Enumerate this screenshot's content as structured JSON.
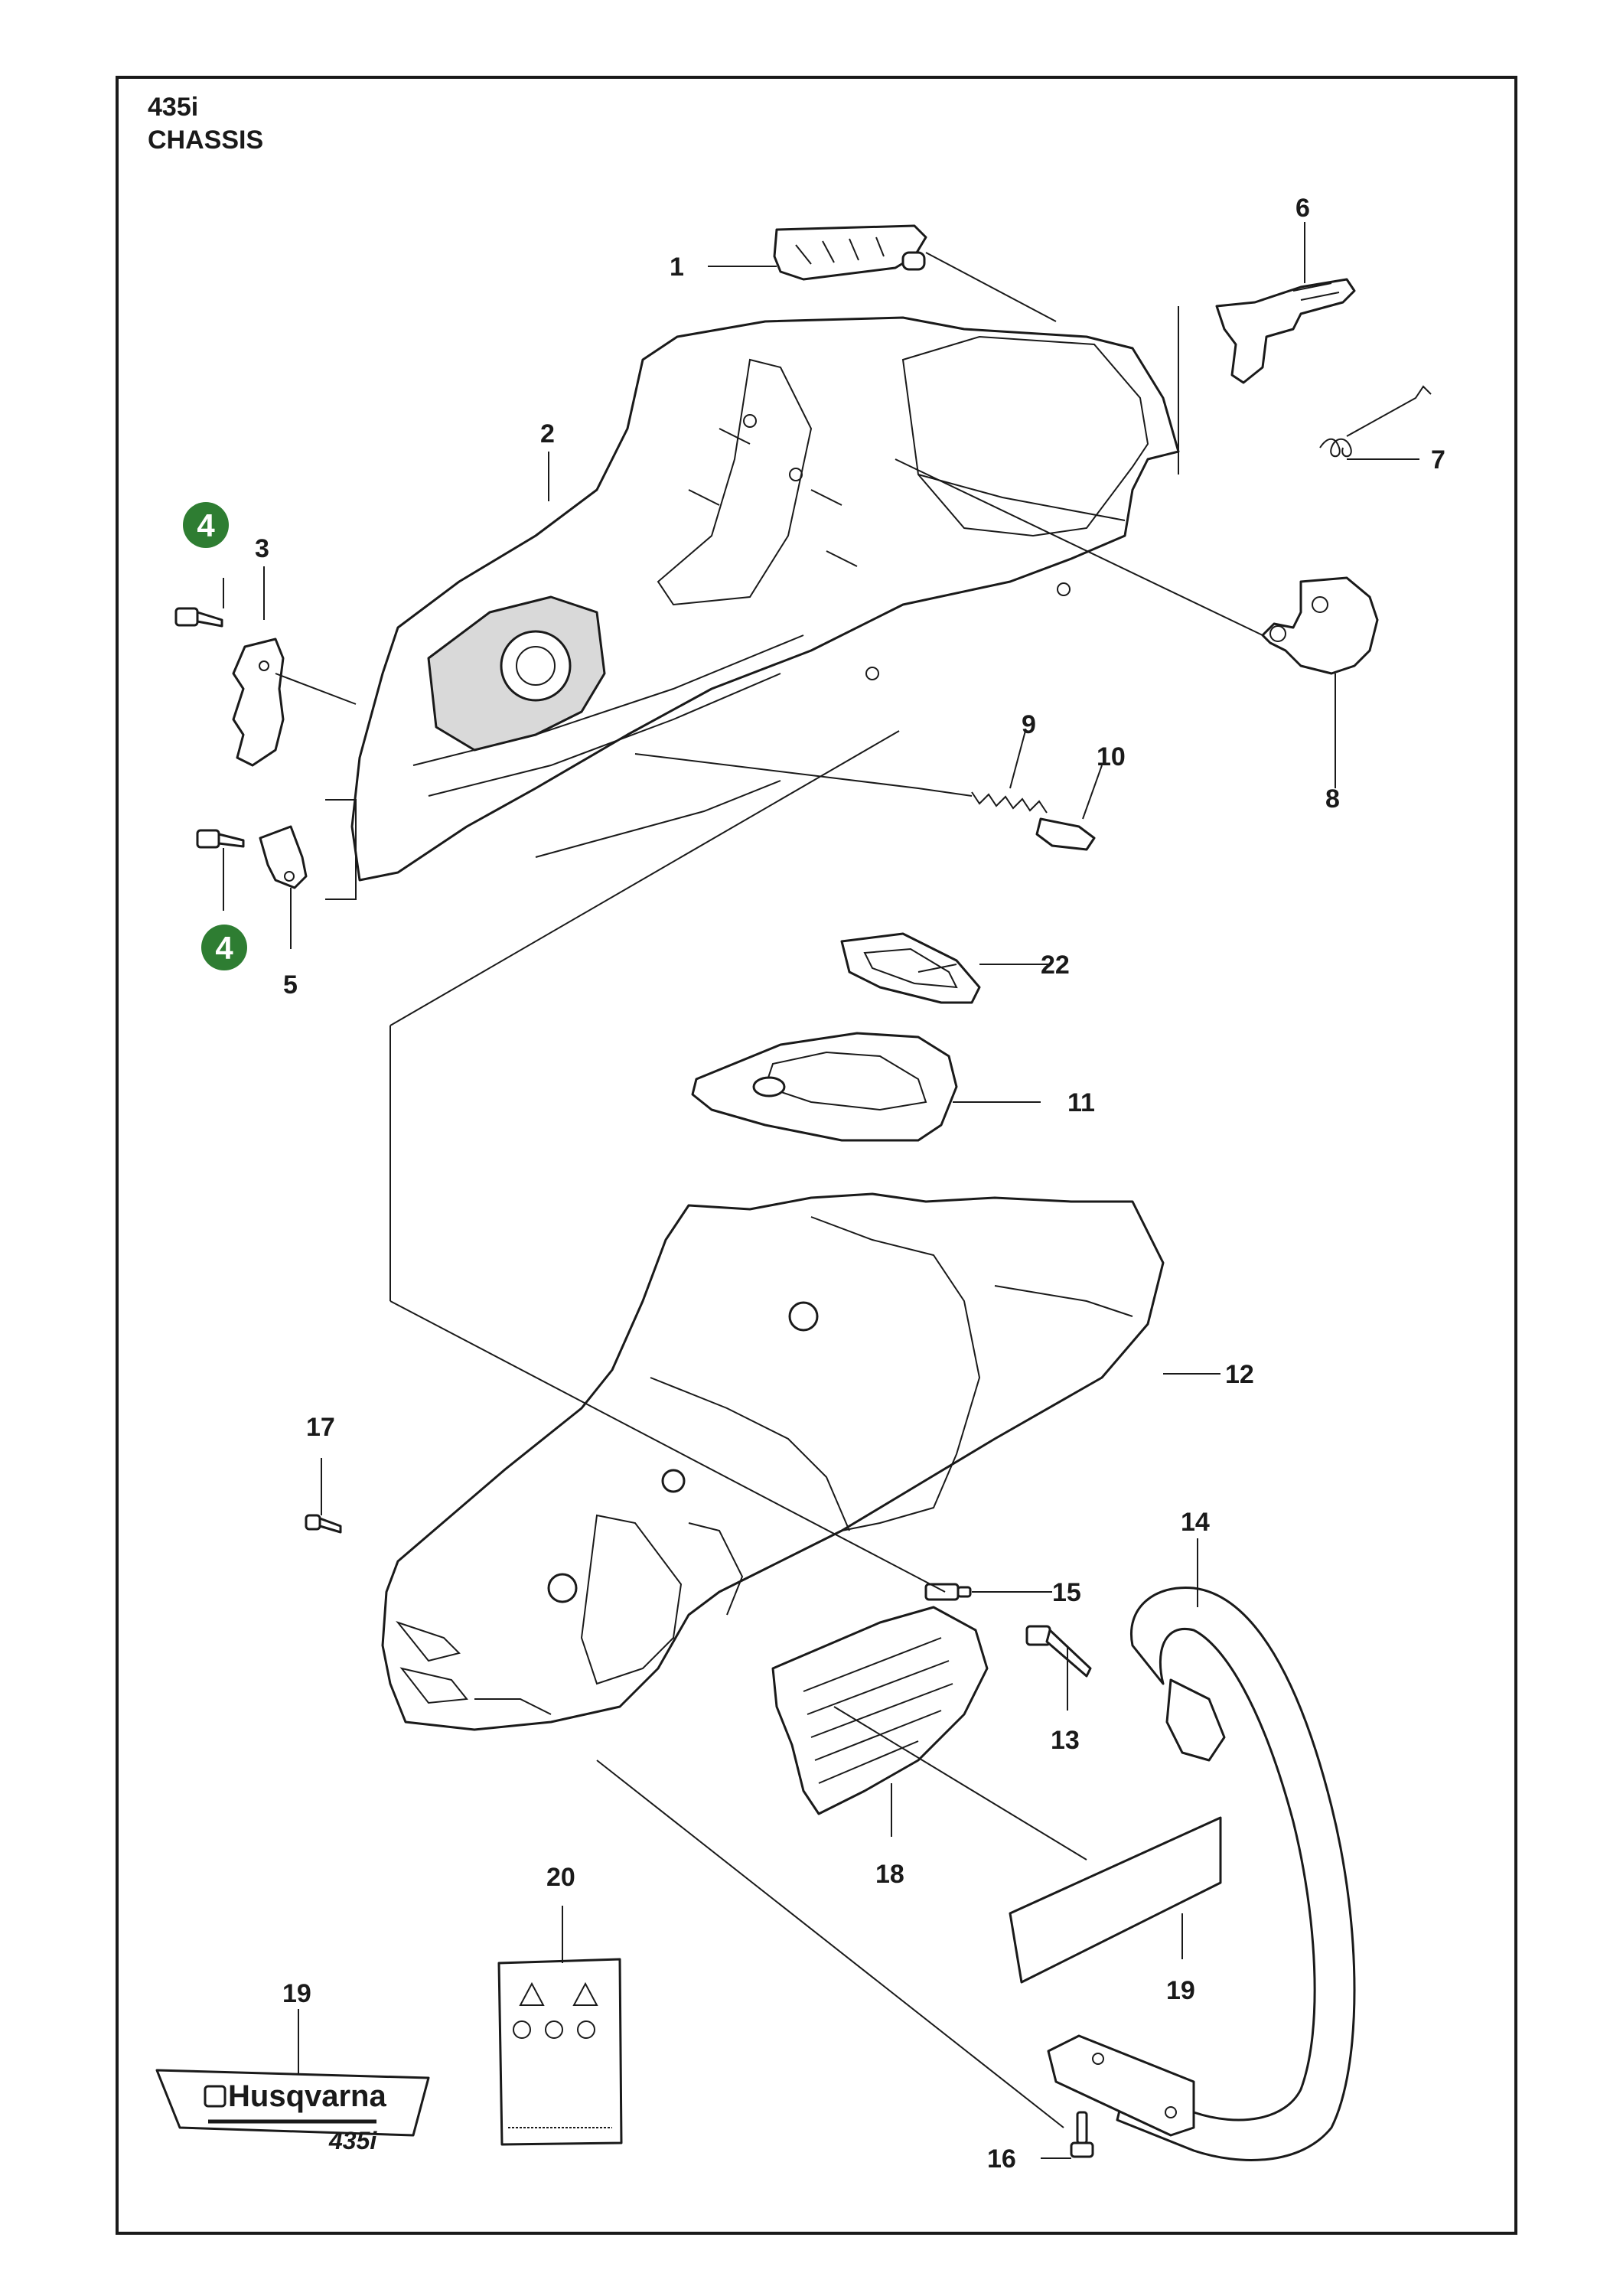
{
  "header": {
    "model": "435i",
    "section": "CHASSIS"
  },
  "callouts": {
    "c1": "1",
    "c2": "2",
    "c3": "3",
    "c5": "5",
    "c6": "6",
    "c7": "7",
    "c8": "8",
    "c9": "9",
    "c10": "10",
    "c11": "11",
    "c12": "12",
    "c13": "13",
    "c14": "14",
    "c15": "15",
    "c16": "16",
    "c17": "17",
    "c18": "18",
    "c19a": "19",
    "c19b": "19",
    "c20": "20",
    "c22": "22"
  },
  "badges": {
    "top": "4",
    "bottom": "4",
    "color": "#2e7d32"
  },
  "decal": {
    "brand": "Husqvarna",
    "model": "435i"
  }
}
